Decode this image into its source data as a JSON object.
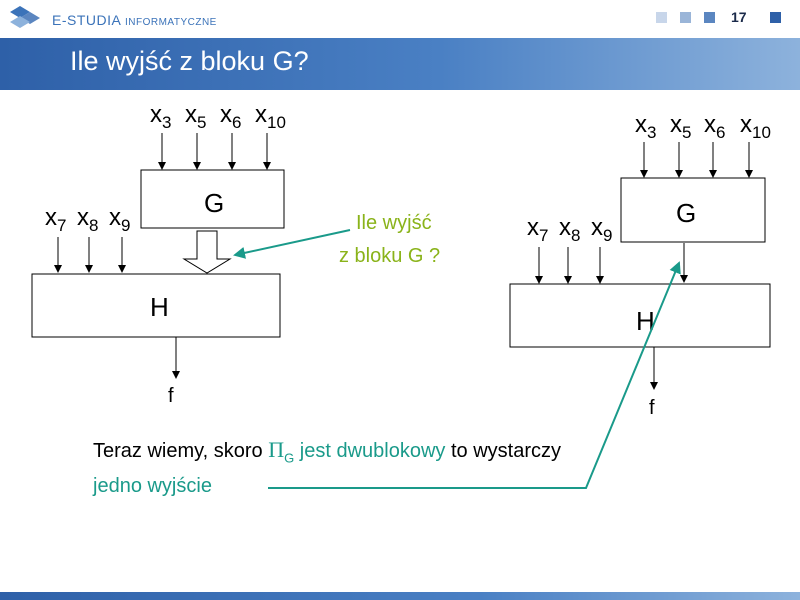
{
  "header": {
    "logo_main": "E-STUDIA",
    "logo_sub": "INFORMATYCZNE",
    "page_number": "17",
    "square_colors": [
      "#c8d6ea",
      "#9ab5d8",
      "#5b86c0",
      "#2e60a8"
    ]
  },
  "title": "Ile wyjść z bloku G?",
  "left_diagram": {
    "top_inputs": [
      "3",
      "5",
      "6",
      "10"
    ],
    "side_inputs": [
      "7",
      "8",
      "9"
    ],
    "input_prefix": "x",
    "block_g": "G",
    "block_h": "H",
    "output": "f"
  },
  "right_diagram": {
    "top_inputs": [
      "3",
      "5",
      "6",
      "10"
    ],
    "side_inputs": [
      "7",
      "8",
      "9"
    ],
    "input_prefix": "x",
    "block_g": "G",
    "block_h": "H",
    "output": "f"
  },
  "callout": {
    "line1": "Ile wyjść",
    "line2": "z bloku G ?",
    "color": "#8ab31a"
  },
  "footnote": {
    "part1": "Teraz wiemy, skoro ",
    "pi_symbol": "Π",
    "pi_subscript": "G",
    "part2": " jest dwublokowy",
    "part3": " to wystarczy",
    "part4": "jedno wyjście",
    "accent_color": "#1a9a8a"
  }
}
